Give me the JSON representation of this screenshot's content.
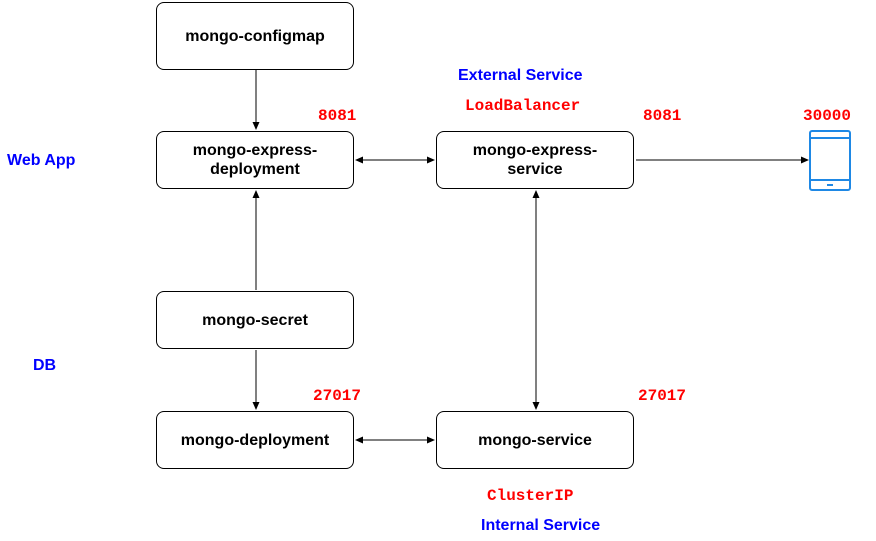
{
  "nodes": {
    "configmap": "mongo-configmap",
    "express_deployment": "mongo-express-deployment",
    "express_service": "mongo-express-service",
    "secret": "mongo-secret",
    "mongo_deployment": "mongo-deployment",
    "mongo_service": "mongo-service"
  },
  "labels": {
    "web_app": "Web App",
    "db": "DB",
    "external_service": "External Service",
    "load_balancer": "LoadBalancer",
    "cluster_ip": "ClusterIP",
    "internal_service": "Internal Service"
  },
  "ports": {
    "express_deployment": "8081",
    "express_service": "8081",
    "node_port": "30000",
    "mongo_deployment": "27017",
    "mongo_service": "27017"
  },
  "icons": {
    "device": "mobile-phone-icon"
  },
  "colors": {
    "category_label": "#0000ff",
    "port_label": "#ff0000",
    "device_icon": "#1e88e5"
  }
}
